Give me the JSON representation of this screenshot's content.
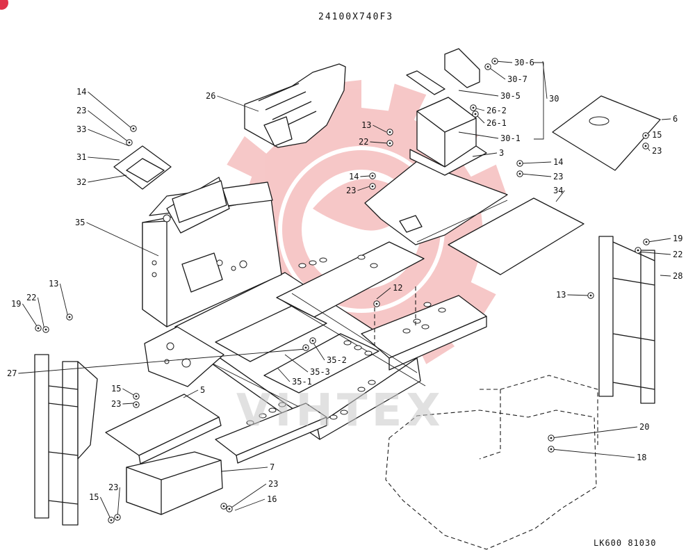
{
  "title": "24100X740F3",
  "drawing_code": "LK600 81030",
  "watermark": {
    "text": "VIHTEX",
    "color": "#e03a3a"
  },
  "callouts": [
    {
      "text": "30-6"
    },
    {
      "text": "30-7"
    },
    {
      "text": "30-5"
    },
    {
      "text": "30"
    },
    {
      "text": "26-2"
    },
    {
      "text": "26-1"
    },
    {
      "text": "30-1"
    },
    {
      "text": "3"
    },
    {
      "text": "26"
    },
    {
      "text": "14"
    },
    {
      "text": "23"
    },
    {
      "text": "33"
    },
    {
      "text": "31"
    },
    {
      "text": "32"
    },
    {
      "text": "13"
    },
    {
      "text": "22"
    },
    {
      "text": "14"
    },
    {
      "text": "23"
    },
    {
      "text": "6"
    },
    {
      "text": "15"
    },
    {
      "text": "23"
    },
    {
      "text": "14"
    },
    {
      "text": "23"
    },
    {
      "text": "34"
    },
    {
      "text": "35"
    },
    {
      "text": "19"
    },
    {
      "text": "22"
    },
    {
      "text": "28"
    },
    {
      "text": "13"
    },
    {
      "text": "13"
    },
    {
      "text": "19"
    },
    {
      "text": "22"
    },
    {
      "text": "12"
    },
    {
      "text": "27"
    },
    {
      "text": "35-2"
    },
    {
      "text": "35-3"
    },
    {
      "text": "35-1"
    },
    {
      "text": "15"
    },
    {
      "text": "23"
    },
    {
      "text": "5"
    },
    {
      "text": "20"
    },
    {
      "text": "18"
    },
    {
      "text": "7"
    },
    {
      "text": "23"
    },
    {
      "text": "16"
    },
    {
      "text": "15"
    },
    {
      "text": "23"
    }
  ]
}
